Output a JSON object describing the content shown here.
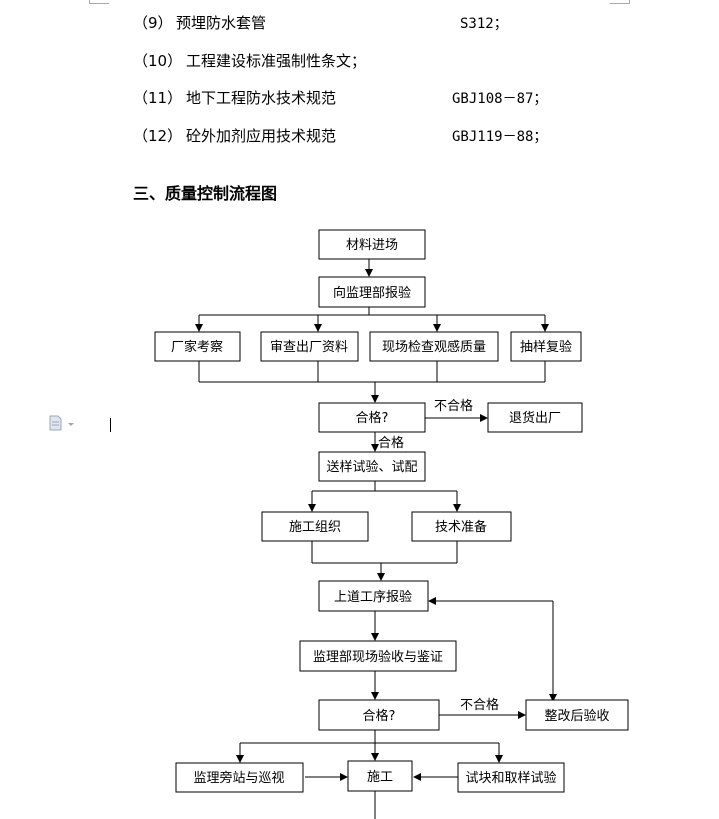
{
  "document": {
    "references": [
      {
        "num": "（9）",
        "title": "预埋防水套管",
        "code": "S312；"
      },
      {
        "num": "（10）",
        "title": "工程建设标准强制性条文；",
        "code": ""
      },
      {
        "num": "（11）",
        "title": "地下工程防水技术规范",
        "code": "GBJ108－87；"
      },
      {
        "num": "（12）",
        "title": "砼外加剂应用技术规范",
        "code": "GBJ119－88；"
      }
    ],
    "section_heading": "三、质量控制流程图"
  },
  "flowchart": {
    "nodes": {
      "material_entry": "材料进场",
      "report_supervision": "向监理部报验",
      "factory_inspection": "厂家考察",
      "check_certificates": "审查出厂资料",
      "onsite_visual_check": "现场检查观感质量",
      "sampling_recheck": "抽样复验",
      "qualified_1": "合格?",
      "return_goods": "退货出厂",
      "send_sample_test": "送样试验、试配",
      "construction_org": "施工组织",
      "technical_prep": "技术准备",
      "previous_process_report": "上道工序报验",
      "supervision_acceptance": "监理部现场验收与鉴证",
      "qualified_2": "合格?",
      "rectify_recheck": "整改后验收",
      "supervision_patrol": "监理旁站与巡视",
      "construction": "施工",
      "test_block_sampling": "试块和取样试验"
    },
    "edge_labels": {
      "not_qualified_1": "不合格",
      "qualified_yes": "合格",
      "not_qualified_2": "不合格"
    }
  }
}
